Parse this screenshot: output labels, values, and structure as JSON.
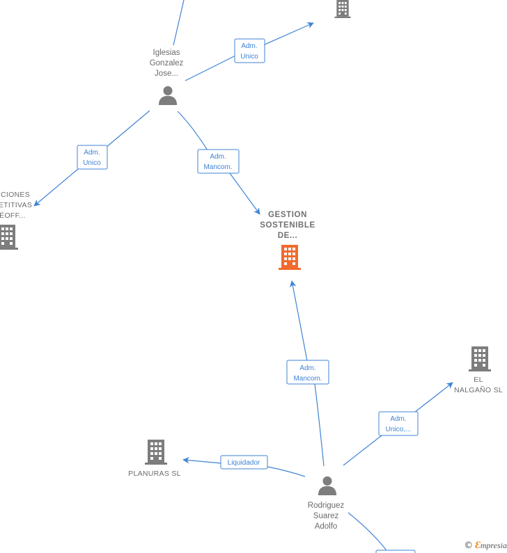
{
  "colors": {
    "edge": "#3f83d4",
    "focus_company": "#f26a2e",
    "entity": "#7d7d7d"
  },
  "people": {
    "iglesias": {
      "label": [
        "Iglesias",
        "Gonzalez",
        "Jose..."
      ],
      "icon": "person-icon"
    },
    "rodriguez": {
      "label": [
        "Rodriguez",
        "Suarez",
        "Adolfo"
      ],
      "icon": "person-icon"
    }
  },
  "companies": {
    "gestion": {
      "label": [
        "GESTION",
        "SOSTENIBLE",
        "DE..."
      ],
      "icon": "building-icon",
      "focus": true
    },
    "left": {
      "label": [
        "CIONES",
        "ETITIVAS",
        "ÉOFF..."
      ],
      "icon": "building-icon"
    },
    "top_right": {
      "label": [],
      "icon": "building-icon"
    },
    "el_nalgano": {
      "label": [
        "EL",
        "NALGAÑO SL"
      ],
      "icon": "building-icon"
    },
    "planuras": {
      "label": [
        "PLANURAS SL"
      ],
      "icon": "building-icon"
    }
  },
  "edges": {
    "iglesias_top_right": [
      "Adm.",
      "Unico"
    ],
    "iglesias_left": [
      "Adm.",
      "Unico"
    ],
    "iglesias_gestion": [
      "Adm.",
      "Mancom."
    ],
    "rodriguez_gestion": [
      "Adm.",
      "Mancom."
    ],
    "rodriguez_nalgano": [
      "Adm.",
      "Unico,..."
    ],
    "rodriguez_planuras": [
      "Liquidador"
    ]
  },
  "watermark": {
    "symbol": "©",
    "initial": "Ɛ",
    "text": "mpresia"
  }
}
